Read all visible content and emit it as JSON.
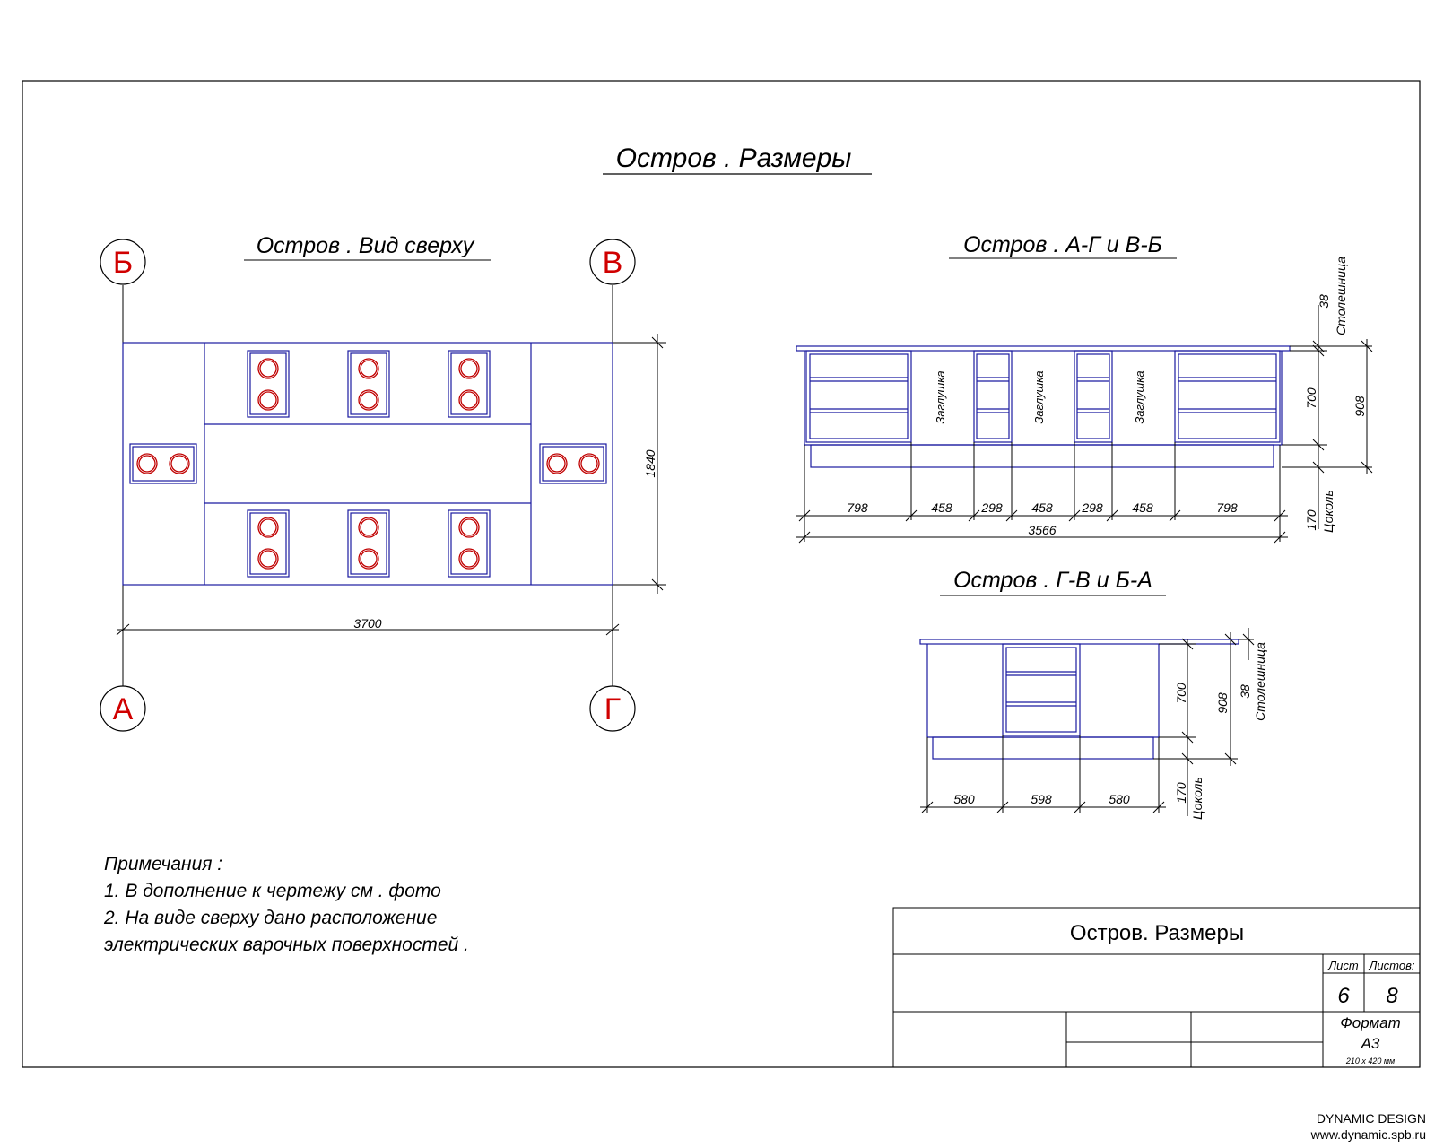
{
  "drawing": {
    "main_title": "Остров . Размеры",
    "top_view": {
      "title": "Остров . Вид сверху",
      "axes": [
        "Б",
        "В",
        "А",
        "Г"
      ],
      "width_dim": "3700",
      "depth_dim": "1840"
    },
    "elev1": {
      "title": "Остров . А-Г и В-Б",
      "plug_labels": [
        "Заглушка",
        "Заглушка",
        "Заглушка"
      ],
      "segments": [
        "798",
        "458",
        "298",
        "458",
        "298",
        "458",
        "798"
      ],
      "total": "3566",
      "top_dim": "38",
      "top_label": "Столешница",
      "body_dim": "700",
      "full_dim": "908",
      "plinth_dim": "170",
      "plinth_label": "Цоколь"
    },
    "elev2": {
      "title": "Остров . Г-В и Б-А",
      "segments": [
        "580",
        "598",
        "580"
      ],
      "body_dim": "700",
      "full_dim": "908",
      "top_dim": "38",
      "top_label": "Столешница",
      "plinth_dim": "170",
      "plinth_label": "Цоколь"
    },
    "notes": [
      "Примечания :",
      "1. В дополнение к чертежу см . фото",
      "2. На виде сверху дано расположение",
      "электрических варочных поверхностей ."
    ]
  },
  "title_block": {
    "name": "Остров. Размеры",
    "sheet_label": "Лист",
    "sheets_label": "Листов:",
    "sheet": "6",
    "sheets": "8",
    "format_label": "Формат",
    "format": "А3",
    "format_size": "210 х 420 мм"
  },
  "credit": {
    "company": "DYNAMIC DESIGN",
    "site": "www.dynamic.spb.ru"
  },
  "colors": {
    "lines": "#1a1aa0",
    "burners": "#c00000",
    "axis_labels": "#d00000"
  }
}
